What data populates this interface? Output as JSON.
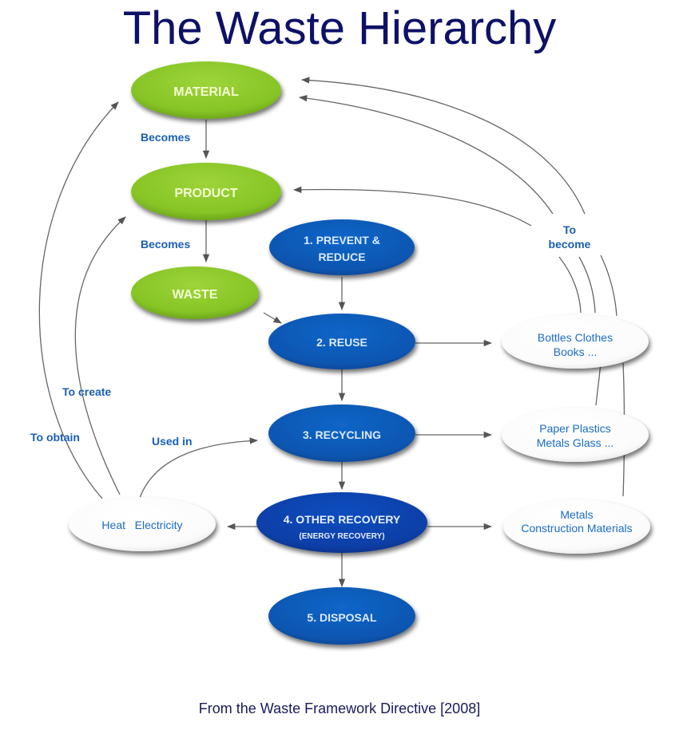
{
  "title": "The Waste Hierarchy",
  "footer": "From the Waste Framework Directive [2008]",
  "colors": {
    "green": "#8cc63f",
    "blue": "#0b5cb8",
    "dark_blue": "#0a3fa6",
    "label": "#1a5fb4",
    "title": "#0d1166"
  },
  "lifecycle": {
    "material": "MATERIAL",
    "product": "PRODUCT",
    "waste": "WASTE",
    "becomes_1": "Becomes",
    "becomes_2": "Becomes"
  },
  "hierarchy": [
    {
      "line1": "1. PREVENT &",
      "line2": "REDUCE"
    },
    {
      "line1": "2. REUSE",
      "line2": ""
    },
    {
      "line1": "3. RECYCLING",
      "line2": ""
    },
    {
      "line1": "4. OTHER RECOVERY",
      "line2": "(ENERGY RECOVERY)"
    },
    {
      "line1": "5. DISPOSAL",
      "line2": ""
    }
  ],
  "outputs": {
    "reuse": {
      "line1": "Bottles  Clothes",
      "line2": "Books  ..."
    },
    "recycling": {
      "line1": "Paper  Plastics",
      "line2": "Metals  Glass  ..."
    },
    "recovery": {
      "line1": "Metals",
      "line2": "Construction Materials"
    },
    "energy": {
      "line1": "Heat   Electricity"
    }
  },
  "labels": {
    "to_become_1": "To",
    "to_become_2": "become",
    "to_create": "To create",
    "to_obtain": "To obtain",
    "used_in": "Used in"
  }
}
